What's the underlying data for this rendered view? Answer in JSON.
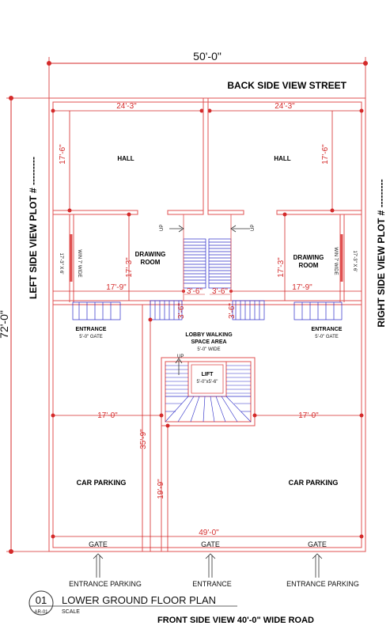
{
  "dimensions": {
    "overall_width": "50'-0\"",
    "overall_depth": "72'-0\"",
    "left_top_width": "24'-3\"",
    "right_top_width": "24'-3\"",
    "left_hall_depth": "17'-6\"",
    "right_hall_depth": "17'-6\"",
    "left_drawing_depth": "17'-3\"",
    "right_drawing_depth": "17'-3\"",
    "left_drawing_width": "17'-9\"",
    "right_drawing_width": "17'-9\"",
    "stair_w1": "3'-6\"",
    "stair_w2": "3'-6\"",
    "stair_v1": "3'-6\"",
    "stair_v2": "3'-6\"",
    "left_parking_width": "17'-0\"",
    "right_parking_width": "17'-0\"",
    "lobby_depth": "35'-9\"",
    "parking_depth": "19'-9\"",
    "bottom_width": "49'-0\""
  },
  "labels": {
    "back_street": "BACK SIDE VIEW STREET",
    "left_side": "LEFT SIDE VIEW PLOT # ---------",
    "right_side": "RIGHT SIDE VIEW PLOT # ---------",
    "hall_left": "HALL",
    "hall_right": "HALL",
    "drawing_room": "DRAWING",
    "room": "ROOM",
    "win_left": "WIN 7' WIDE",
    "win_left_size": "17'-3\" X 6'",
    "win_right": "WIN 7' WIDE",
    "win_right_size": "17'-3\" X 6'",
    "up": "UP",
    "entrance": "ENTRANCE",
    "gate_5": "5'-0\" GATE",
    "lobby": "LOBBY WALKING",
    "space_area": "SPACE AREA",
    "lobby_wide": "5'-0\" WIDE",
    "lift": "LIFT",
    "lift_size": "5'-0\"x5'-6\"",
    "car_parking": "CAR PARKING",
    "gate": "GATE",
    "entrance_parking": "ENTRANCE PARKING",
    "entrance_mid": "ENTRANCE",
    "title_num": "01",
    "title": "LOWER GROUND FLOOR PLAN",
    "sheet": "AR-01",
    "scale": "SCALE",
    "front_road": "FRONT SIDE VIEW 40'-0\" WIDE ROAD"
  },
  "colors": {
    "wall": "#e05050",
    "dimension": "#d42a2a",
    "stair": "#2b2bc8",
    "text": "#111111"
  }
}
